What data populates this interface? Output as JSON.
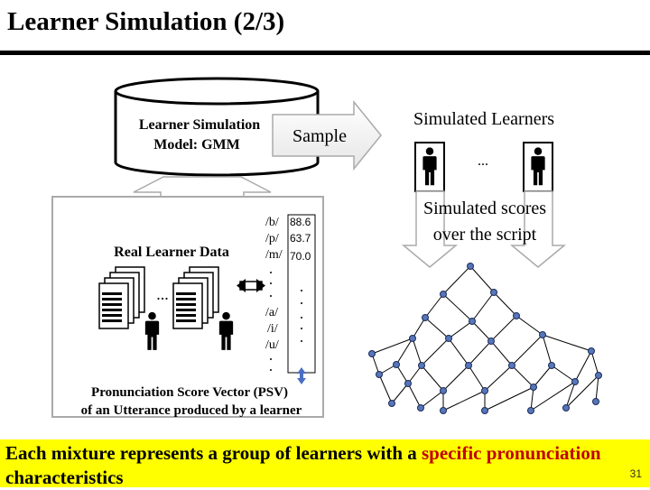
{
  "title": "Learner Simulation (2/3)",
  "database": {
    "line1": "Learner Simulation",
    "line2": "Model: GMM"
  },
  "sample_arrow_label": "Sample",
  "real_learner_data_label": "Real Learner Data",
  "ellipsis": "...",
  "psv": {
    "phones": [
      "/b/",
      "/p/",
      "/m/",
      "/a/",
      "/i/",
      "/u/"
    ],
    "scores": [
      "88.6",
      "63.7",
      "70.0"
    ],
    "caption_line1": "Pronunciation Score Vector (PSV)",
    "caption_line2": "of an Utterance produced by a learner"
  },
  "simulated_learners_label": "Simulated Learners",
  "simulated_scores": {
    "line1": "Simulated scores",
    "line2": "over the script"
  },
  "footer": {
    "part1": "Each mixture represents a group of learners with a ",
    "highlight": "specific pronunciation",
    "part2": "characteristics",
    "highlight_color": "#c00000",
    "background": "#ffff00"
  },
  "page_number": "31",
  "icons": [
    "person-icon",
    "document-stack-icon",
    "double-arrow-icon",
    "tree-graph"
  ]
}
